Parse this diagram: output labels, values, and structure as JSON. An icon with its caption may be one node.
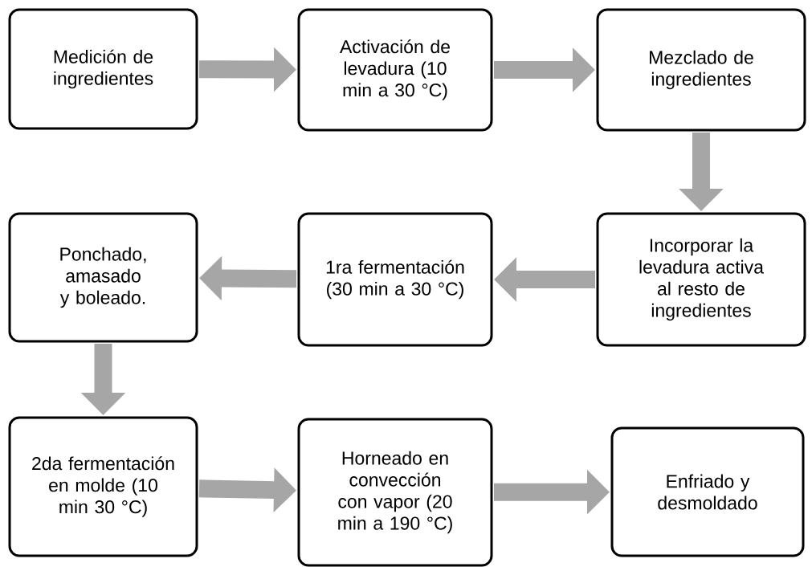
{
  "diagram": {
    "nodes": [
      {
        "text": [
          "Medición de ingredientes"
        ]
      },
      {
        "text": [
          "Activación de levadura (10 min a 30 °C)"
        ]
      },
      {
        "text": [
          "Mezclado de ingredientes"
        ]
      },
      {
        "text": [
          "Incorporar la levadura activa al resto de ingredientes"
        ]
      },
      {
        "text": [
          "1ra fermentación (30 min a 30 °C)"
        ]
      },
      {
        "text": [
          "Ponchado, amasado y boleado."
        ]
      },
      {
        "text": [
          "2da fermentación en molde (10 min 30 °C)"
        ]
      },
      {
        "text": [
          "Horneado en convección con vapor (20 min a 190 °C)"
        ]
      },
      {
        "text": [
          "Enfriado y desmoldado"
        ]
      }
    ],
    "edges": [
      {
        "from": 0,
        "to": 1,
        "arrow": "to"
      },
      {
        "from": 1,
        "to": 2,
        "arrow": "to"
      },
      {
        "from": 2,
        "to": 3,
        "arrow": "to"
      },
      {
        "from": 3,
        "to": 4,
        "arrow": "to"
      },
      {
        "from": 4,
        "to": 5,
        "arrow": "to"
      },
      {
        "from": 5,
        "to": 6,
        "arrow": "to"
      },
      {
        "from": 6,
        "to": 7,
        "arrow": "to"
      },
      {
        "from": 7,
        "to": 8,
        "arrow": "to"
      }
    ]
  }
}
